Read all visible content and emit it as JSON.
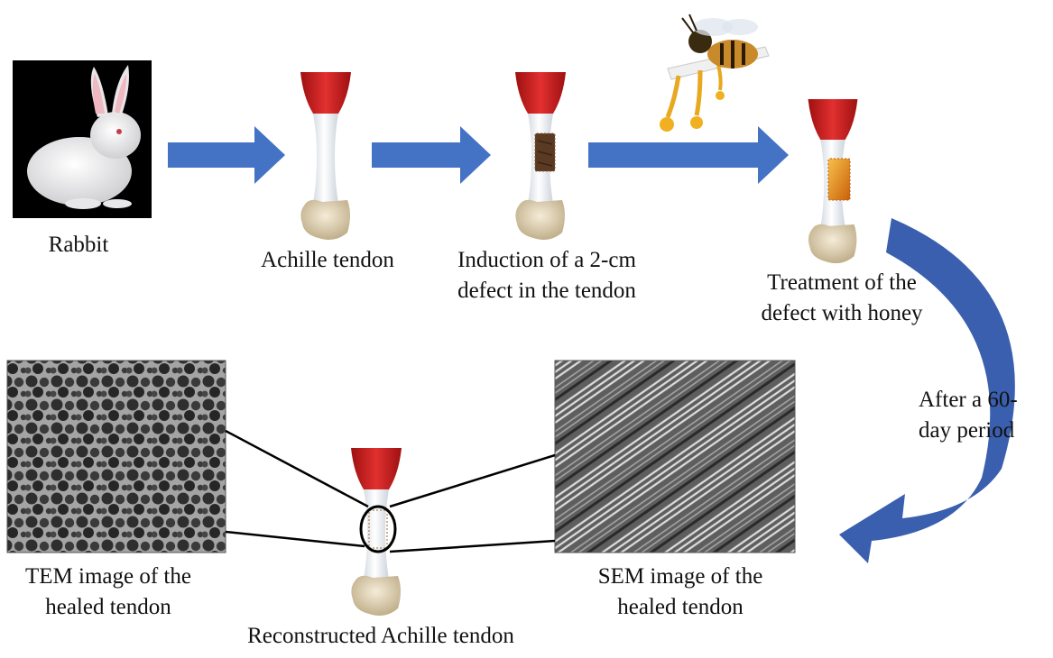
{
  "labels": {
    "rabbit": "Rabbit",
    "achille_tendon": "Achille tendon",
    "induction_line1": "Induction of a 2-cm",
    "induction_line2": "defect in the tendon",
    "treatment_line1": "Treatment of the",
    "treatment_line2": "defect with honey",
    "period_line1": "After a 60-",
    "period_line2": "day period",
    "tem_line1": "TEM image of the",
    "tem_line2": "healed tendon",
    "sem_line1": "SEM image of the",
    "sem_line2": "healed tendon",
    "reconstructed": "Reconstructed Achille tendon"
  },
  "colors": {
    "arrow_blue": "#4472c4",
    "curved_arrow_blue": "#3a5fae",
    "muscle_red": "#d62828",
    "tendon_white": "#f4f6f8",
    "bone_beige": "#e4d6b8",
    "defect_brown": "#5a3a22",
    "honey_orange": "#e88a1a",
    "micrograph_gray": "#8c8c8c"
  },
  "icons": {
    "rabbit": "rabbit-photo",
    "bee": "honey-bee-dipper-icon",
    "tem": "tem-micrograph",
    "sem": "sem-micrograph"
  }
}
